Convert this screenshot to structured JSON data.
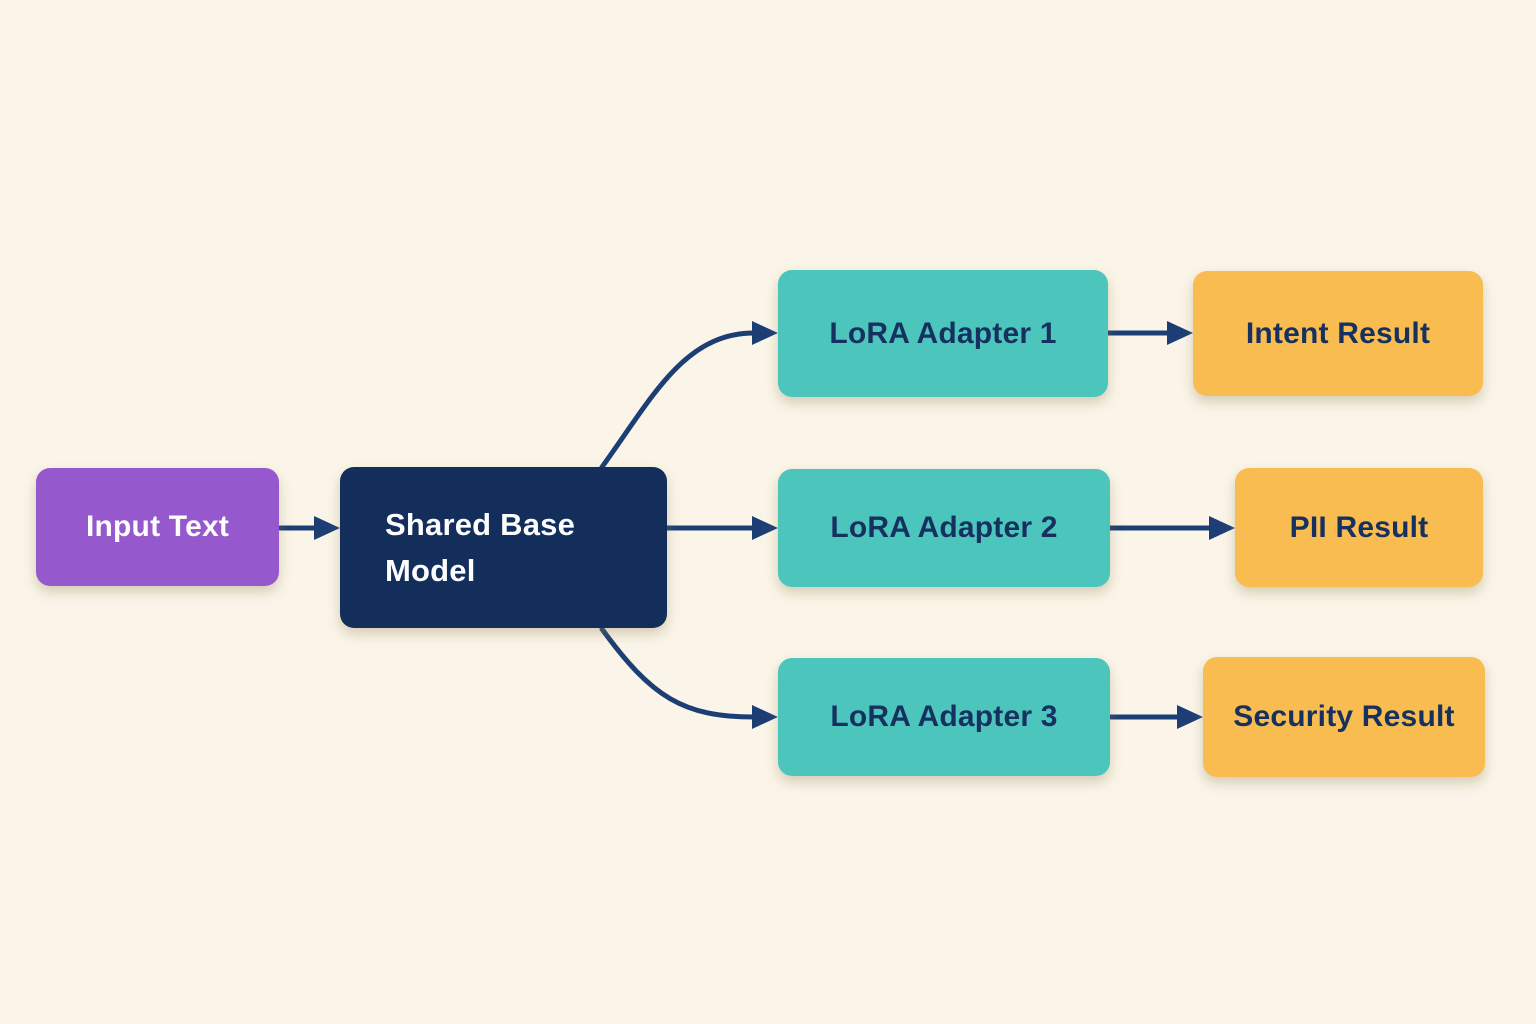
{
  "diagram": {
    "type": "flowchart",
    "direction": "left-to-right",
    "nodes": {
      "input_text": {
        "label": "Input Text",
        "color": "#9559cd",
        "text_color": "#fdfdfd"
      },
      "shared_base_model": {
        "label": "Shared Base Model",
        "color": "#132e5b",
        "text_color": "#fdfdfd"
      },
      "lora_adapter_1": {
        "label": "LoRA Adapter 1",
        "color": "#4cc6bd",
        "text_color": "#16315f"
      },
      "lora_adapter_2": {
        "label": "LoRA Adapter 2",
        "color": "#4cc6bd",
        "text_color": "#16315f"
      },
      "lora_adapter_3": {
        "label": "LoRA Adapter 3",
        "color": "#4cc6bd",
        "text_color": "#16315f"
      },
      "intent_result": {
        "label": "Intent Result",
        "color": "#f9bc50",
        "text_color": "#16315f"
      },
      "pii_result": {
        "label": "PII Result",
        "color": "#f9bc50",
        "text_color": "#16315f"
      },
      "security_result": {
        "label": "Security Result",
        "color": "#f9bc50",
        "text_color": "#16315f"
      }
    },
    "edges": [
      {
        "from": "input_text",
        "to": "shared_base_model"
      },
      {
        "from": "shared_base_model",
        "to": "lora_adapter_1"
      },
      {
        "from": "shared_base_model",
        "to": "lora_adapter_2"
      },
      {
        "from": "shared_base_model",
        "to": "lora_adapter_3"
      },
      {
        "from": "lora_adapter_1",
        "to": "intent_result"
      },
      {
        "from": "lora_adapter_2",
        "to": "pii_result"
      },
      {
        "from": "lora_adapter_3",
        "to": "security_result"
      }
    ]
  },
  "colors": {
    "background": "#faf5e8",
    "purple": "#9559cd",
    "navy": "#132e5b",
    "teal": "#4cc6bd",
    "yellow": "#f9bc50",
    "arrow": "#1c3e74",
    "text_dark": "#16315f",
    "text_light": "#fdfdfd"
  }
}
